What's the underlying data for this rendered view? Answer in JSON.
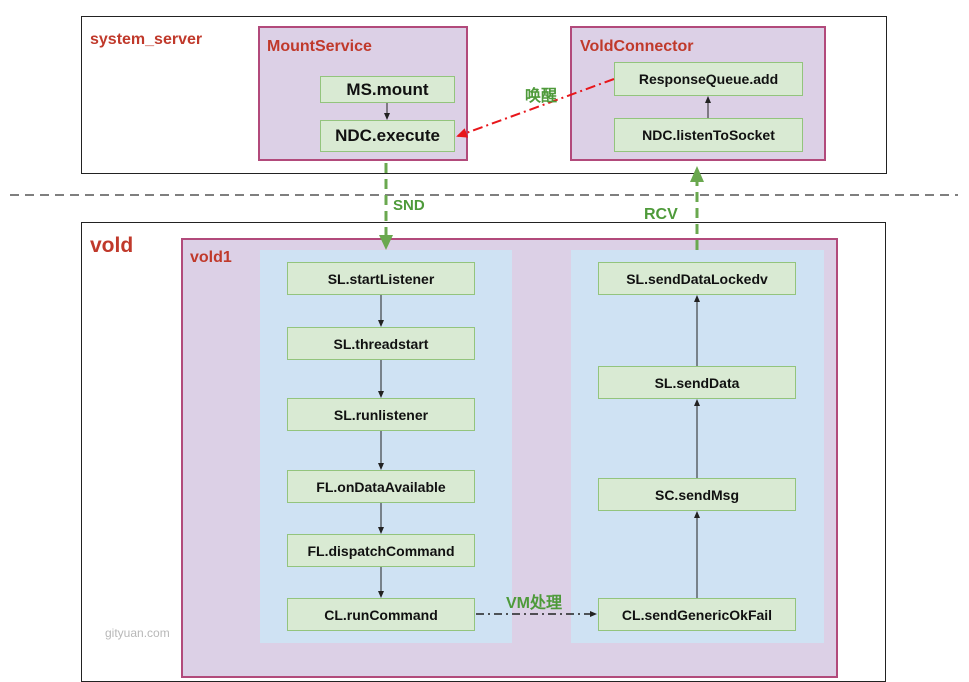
{
  "regions": {
    "system_server": "system_server",
    "vold": "vold"
  },
  "services": {
    "mount_service": "MountService",
    "vold_connector": "VoldConnector",
    "vold1": "vold1"
  },
  "nodes": {
    "ms_mount": "MS.mount",
    "ndc_execute": "NDC.execute",
    "response_queue_add": "ResponseQueue.add",
    "ndc_listen_to_socket": "NDC.listenToSocket",
    "sl_start_listener": "SL.startListener",
    "sl_threadstart": "SL.threadstart",
    "sl_runlistener": "SL.runlistener",
    "fl_on_data_available": "FL.onDataAvailable",
    "fl_dispatch_command": "FL.dispatchCommand",
    "cl_run_command": "CL.runCommand",
    "sl_send_data_lockedv": "SL.sendDataLockedv",
    "sl_send_data": "SL.sendData",
    "sc_send_msg": "SC.sendMsg",
    "cl_send_generic_ok_fail": "CL.sendGenericOkFail"
  },
  "edge_labels": {
    "wake": "唤醒",
    "snd": "SND",
    "rcv": "RCV",
    "vm_process": "VM处理"
  },
  "watermark": "gityuan.com",
  "colors": {
    "region_label": "#c0392b",
    "service_fill": "#dcd0e6",
    "service_border": "#b24a7b",
    "lane_fill": "#cfe2f3",
    "node_fill": "#d9ead3",
    "node_border": "#93c47d",
    "green_arrow": "#6aa84f",
    "red_arrow": "#e8161b"
  }
}
